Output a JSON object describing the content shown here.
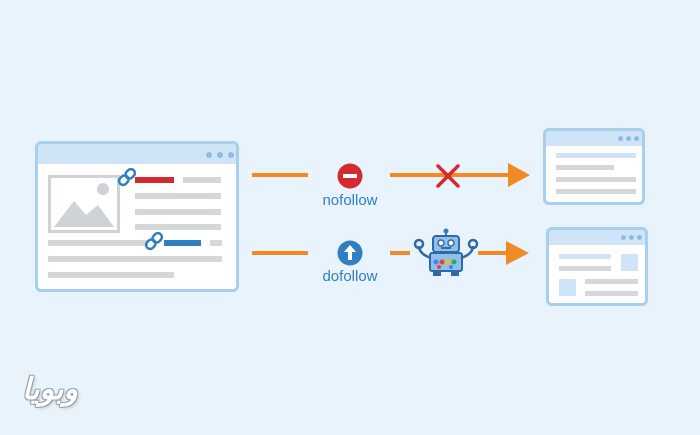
{
  "labels": {
    "nofollow": "nofollow",
    "dofollow": "dofollow"
  },
  "watermark": "وبویا",
  "colors": {
    "background": "#e8f3fb",
    "window_border": "#a9cfee",
    "window_bar": "#cfe5f7",
    "arrow": "#f08a24",
    "nofollow": "#d42a2f",
    "dofollow": "#2f7fc1",
    "placeholder": "#d5d7db"
  },
  "icons": {
    "nofollow": "minus-circle-icon",
    "dofollow": "arrow-up-circle-icon",
    "blocked": "x-mark-icon",
    "crawler": "googlebot-robot-icon",
    "link": "chain-link-icon"
  }
}
